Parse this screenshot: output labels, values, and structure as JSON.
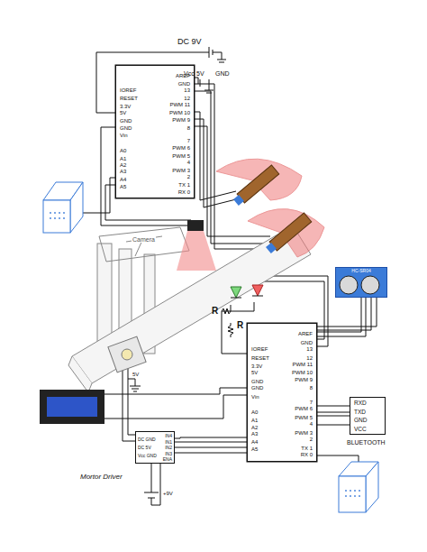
{
  "diagram": {
    "nodes": [
      {
        "text": [
          "IOREF",
          "RESET",
          "3.3V",
          "5V",
          "GND",
          "GND",
          "Vin",
          "A0",
          "A1",
          "A2",
          "A3",
          "A4",
          "A5",
          "AREF",
          "GND",
          "13",
          "12",
          "PWM 11",
          "PWM 10",
          "PWM 9",
          "8",
          "7",
          "PWM 6",
          "PWM 5",
          "4",
          "PWM 3",
          "2",
          "TX 1",
          "RX 0"
        ]
      },
      {
        "text": [
          "IOREF",
          "RESET",
          "3.3V",
          "5V",
          "GND",
          "GND",
          "Vin",
          "A0",
          "A1",
          "A2",
          "A3",
          "A4",
          "A5",
          "AREF",
          "GND",
          "13",
          "12",
          "PWM 11",
          "PWM 10",
          "PWM 9",
          "8",
          "7",
          "PWM 6",
          "PWM 5",
          "4",
          "PWM 3",
          "2",
          "TX 1",
          "RX 0"
        ]
      },
      {
        "text": [
          "RXD",
          "TXD",
          "GND",
          "VCC",
          "BLUETOOTH"
        ]
      },
      {
        "text": [
          "DC GND",
          "DC 5V",
          "Vcc GND",
          "IN4",
          "IN1",
          "IN2",
          "IN3",
          "ENA",
          "Mortor Driver"
        ]
      },
      {
        "text": [
          "HC-SR04"
        ]
      }
    ],
    "edges": [
      {
        "from": 1,
        "to": 2,
        "arrow": "none"
      },
      {
        "from": 1,
        "to": 3,
        "arrow": "none"
      },
      {
        "from": 1,
        "to": 4,
        "arrow": "none"
      }
    ],
    "labels": [
      "DC 9V",
      "Vcc",
      "5V",
      "GND",
      "Camera",
      "R",
      "R",
      "5V",
      "+9V"
    ]
  }
}
